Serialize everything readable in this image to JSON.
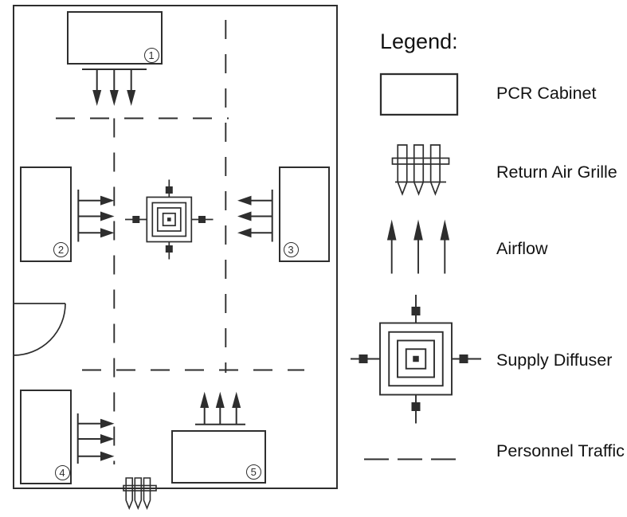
{
  "legend": {
    "title": "Legend:",
    "items": [
      {
        "label": "PCR Cabinet",
        "icon": "pcr-cabinet-icon"
      },
      {
        "label": "Return Air Grille",
        "icon": "return-air-grille-icon"
      },
      {
        "label": "Airflow",
        "icon": "airflow-icon"
      },
      {
        "label": "Supply Diffuser",
        "icon": "supply-diffuser-icon"
      },
      {
        "label": "Personnel Traffic",
        "icon": "personnel-traffic-icon"
      }
    ]
  },
  "plan": {
    "type": "floor-plan",
    "cabinets": [
      {
        "number": "1",
        "position": "top",
        "airflow": "down"
      },
      {
        "number": "2",
        "position": "middle-left",
        "airflow": "right"
      },
      {
        "number": "3",
        "position": "middle-right",
        "airflow": "left"
      },
      {
        "number": "4",
        "position": "bottom-left",
        "airflow": "right"
      },
      {
        "number": "5",
        "position": "bottom-center",
        "airflow": "up"
      }
    ],
    "symbols_present": [
      "supply-diffuser",
      "return-air-grille",
      "door",
      "personnel-traffic-lines"
    ]
  },
  "colors": {
    "line": "#2e2e2e",
    "text": "#121212",
    "background": "#ffffff"
  }
}
